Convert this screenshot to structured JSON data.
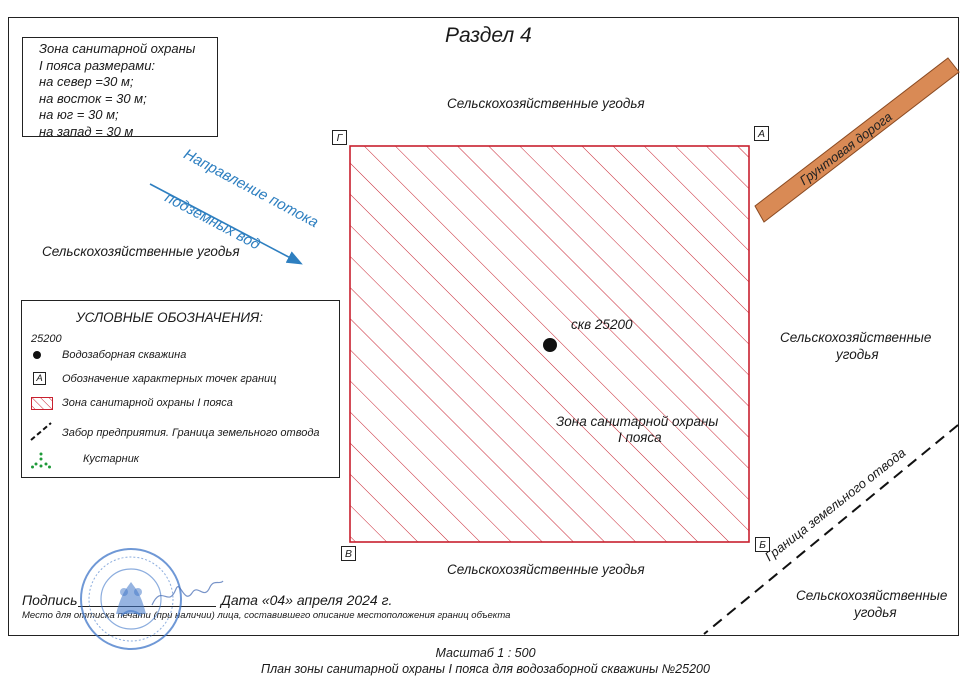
{
  "section_title": "Раздел 4",
  "zone_info": {
    "lines": [
      "Зона санитарной охраны",
      "I пояса размерами:",
      "на север =30 м;",
      "на восток = 30 м;",
      "на юг = 30 м;",
      "на запад = 30 м"
    ]
  },
  "labels": {
    "agri_top": "Сельскохозяйственные угодья",
    "agri_left": "Сельскохозяйственные угодья",
    "agri_right_1": "Сельскохозяйственные",
    "agri_right_2": "угодья",
    "agri_bottom": "Сельскохозяйственные угодья",
    "agri_br_1": "Сельскохозяйственные",
    "agri_br_2": "угодья",
    "road": "Грунтовая дорога",
    "allotment_boundary": "Граница земельного отвода",
    "water_flow_1": "Направление потока",
    "water_flow_2": "подземных вод",
    "well": "скв 25200",
    "zone_1": "Зона санитарной охраны",
    "zone_2": "I пояса"
  },
  "corners": {
    "a": "А",
    "b": "Б",
    "v": "В",
    "g": "Г"
  },
  "legend": {
    "title": "УСЛОВНЫЕ ОБОЗНАЧЕНИЯ:",
    "well_number": "25200",
    "well": "Водозаборная скважина",
    "point_letter": "А",
    "points": "Обозначение характерных точек границ",
    "zone": "Зона санитарной охраны I пояса",
    "fence": "Забор предприятия. Граница земельного отвода",
    "shrub": "Кустарник"
  },
  "signature": {
    "prefix": "Подпись",
    "date": "Дата «04» апреля 2024 г.",
    "stamp_note": "Место для оттиска печати (при наличии) лица, составившего описание местоположения границ объекта"
  },
  "footer": {
    "scale": "Масштаб 1 : 500",
    "plan_title": "План зоны санитарной охраны I пояса для водозаборной скважины №25200"
  },
  "colors": {
    "zone_hatch": "#c8202e",
    "road_fill": "#d98a55",
    "water_arrow": "#2e7fc0",
    "shrub": "#1f9a3a",
    "stamp": "#3f76c8"
  },
  "icons": {
    "well": "filled-circle-icon",
    "shrub": "shrub-icon",
    "stamp": "seal-stamp-icon",
    "signature": "signature-icon"
  }
}
